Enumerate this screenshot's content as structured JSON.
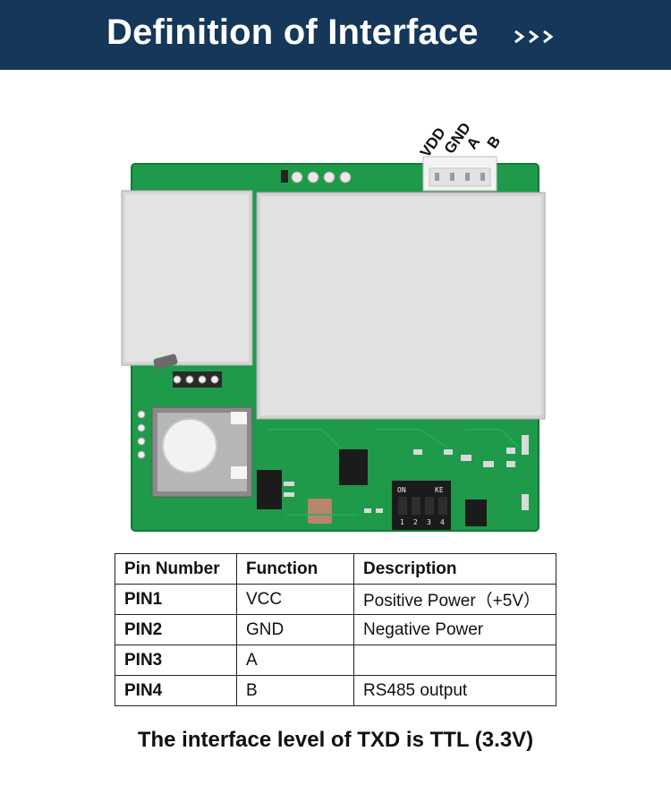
{
  "header": {
    "title": "Definition of Interface",
    "chevrons_icon": "triple-chevron-right-icon",
    "background": "#14375a"
  },
  "board": {
    "connector_labels": [
      "VDD",
      "GND",
      "A",
      "B"
    ],
    "dip_switch": {
      "on_label": "ON",
      "ke_label": "KE",
      "numbers": [
        "1",
        "2",
        "3",
        "4"
      ]
    }
  },
  "table": {
    "headers": [
      "Pin Number",
      "Function",
      "Description"
    ],
    "rows": [
      {
        "pin": "PIN1",
        "function": "VCC",
        "description": "Positive Power（+5V）"
      },
      {
        "pin": "PIN2",
        "function": "GND",
        "description": "Negative Power"
      },
      {
        "pin": "PIN3",
        "function": "A",
        "description": ""
      },
      {
        "pin": "PIN4",
        "function": "B",
        "description": "RS485 output"
      }
    ]
  },
  "footer_note": "The interface level of TXD is TTL (3.3V)",
  "colors": {
    "pcb_green": "#1e9a4a",
    "shield_silver": "#d9d9d9"
  }
}
